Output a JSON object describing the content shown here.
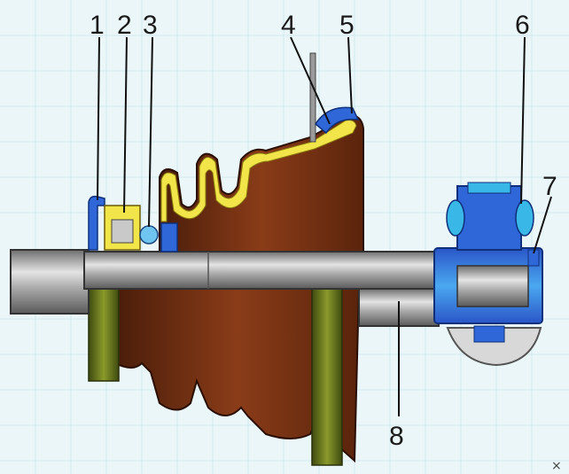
{
  "callouts": [
    {
      "id": "1",
      "label": "1"
    },
    {
      "id": "2",
      "label": "2"
    },
    {
      "id": "3",
      "label": "3"
    },
    {
      "id": "4",
      "label": "4"
    },
    {
      "id": "5",
      "label": "5"
    },
    {
      "id": "6",
      "label": "6"
    },
    {
      "id": "7",
      "label": "7"
    },
    {
      "id": "8",
      "label": "8"
    }
  ],
  "colors": {
    "background": "#eaf6f8",
    "boot": "#7a3416",
    "boot_dark": "#4a1d0a",
    "shaft": "#8e8e8e",
    "shaft_light": "#d8d8d8",
    "housing": "#2f67d8",
    "housing_light": "#39b8e8",
    "clamp_yellow": "#f2e54a",
    "ring_green": "#6f7a1e",
    "ball": "#6fc4f0"
  }
}
